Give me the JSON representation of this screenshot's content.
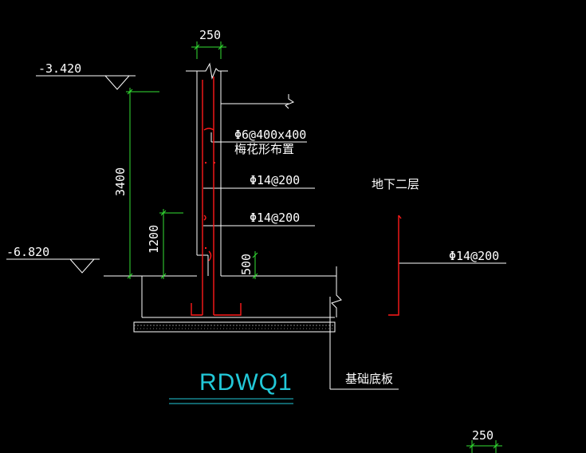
{
  "colors": {
    "background": "#000000",
    "white": "#ffffff",
    "red": "#ff1a1a",
    "green": "#33e033",
    "cyan": "#22c8d8"
  },
  "elevations": {
    "top": "-3.420",
    "bottom": "-6.820"
  },
  "dimensions": {
    "wall_thickness": "250",
    "height_total": "3400",
    "height_lower": "1200",
    "step": "500",
    "bottom_right": "250"
  },
  "rebar": {
    "tie": "Φ6@400x400",
    "tie_note": "梅花形布置",
    "vertical_1": "Φ14@200",
    "vertical_2": "Φ14@200",
    "inner": "Φ14@200"
  },
  "labels": {
    "basement": "地下二层",
    "base_plate": "基础底板",
    "title": "RDWQ1"
  }
}
